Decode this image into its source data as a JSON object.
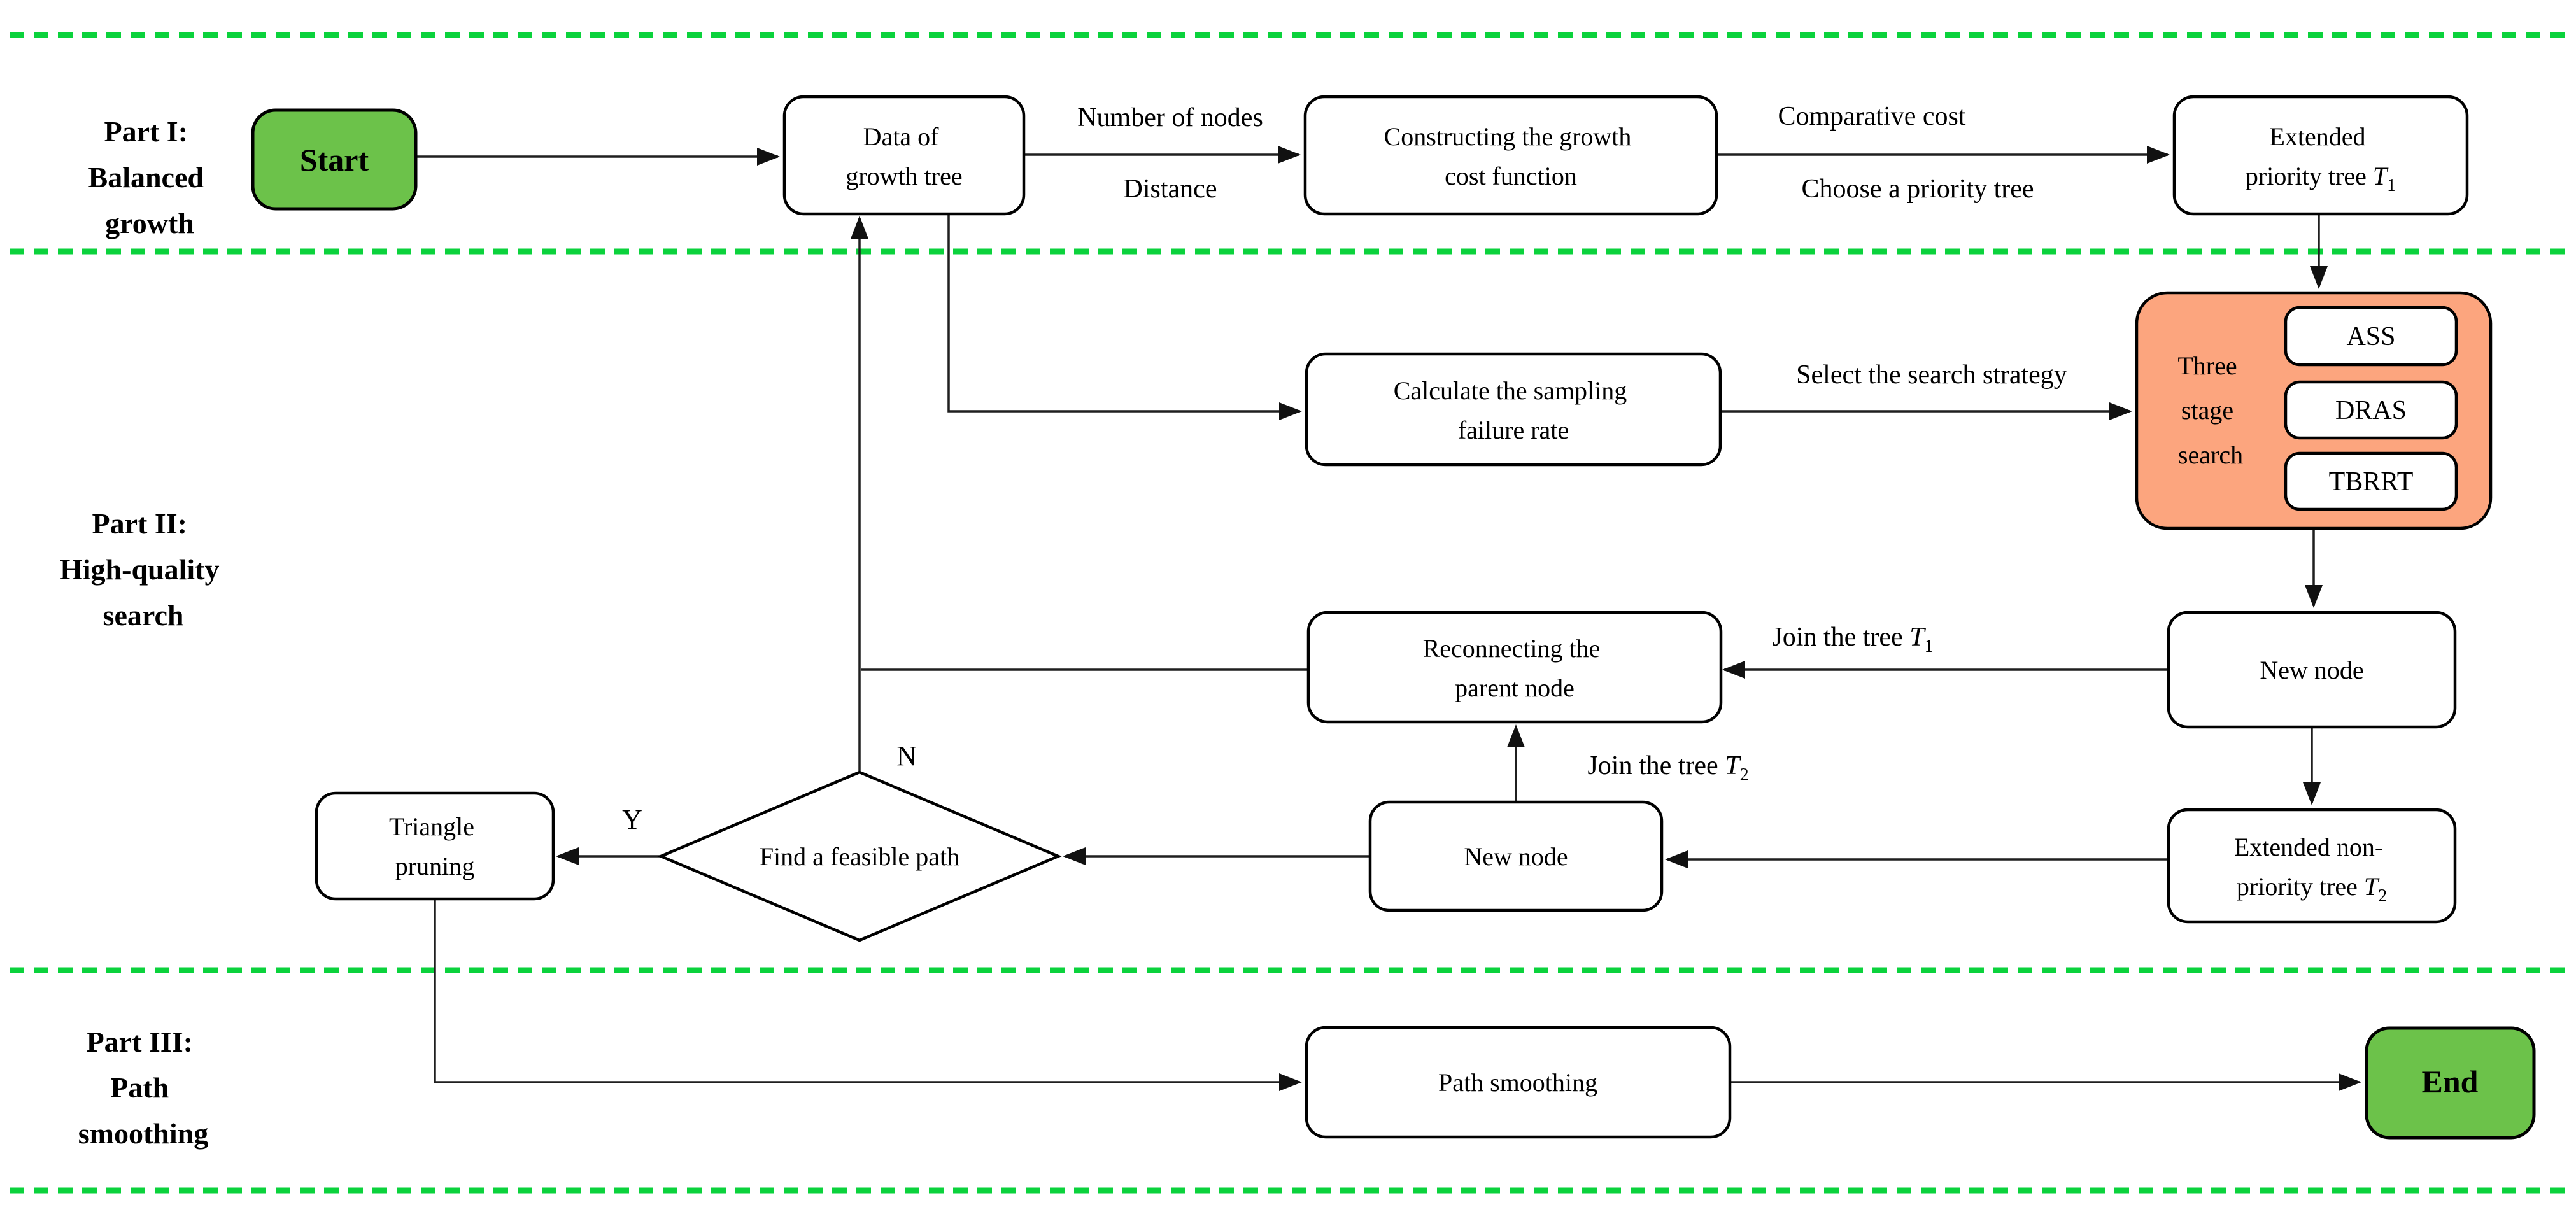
{
  "colors": {
    "start_end_fill": "#6cc24a",
    "three_stage_fill": "#fca57e",
    "dashed_line": "#0bd23c",
    "box_fill": "#ffffff",
    "box_border": "#000000",
    "edge_line": "#1f1f1f"
  },
  "sections": {
    "part1": {
      "line1": "Part I:",
      "line2": "Balanced",
      "line3": "growth"
    },
    "part2": {
      "line1": "Part II:",
      "line2": "High-quality",
      "line3": "search"
    },
    "part3": {
      "line1": "Part III:",
      "line2": "Path",
      "line3": "smoothing"
    }
  },
  "nodes": {
    "start": {
      "label": "Start"
    },
    "data_growth": {
      "line1": "Data of",
      "line2": "growth tree"
    },
    "constructing": {
      "line1": "Constructing the growth",
      "line2": "cost function"
    },
    "ext_priority": {
      "line1": "Extended",
      "line2_prefix": "priority tree ",
      "t": "T",
      "sub": "1"
    },
    "three_stage": {
      "line1": "Three",
      "line2": "stage",
      "line3": "search",
      "options": [
        "ASS",
        "DRAS",
        "TBRRT"
      ]
    },
    "calculate": {
      "line1": "Calculate the sampling",
      "line2": "failure rate"
    },
    "reconnecting": {
      "line1": "Reconnecting the",
      "line2": "parent node"
    },
    "new_node1": {
      "label": "New node"
    },
    "ext_nonpriority": {
      "line1": "Extended non-",
      "line2_prefix": "priority tree ",
      "t": "T",
      "sub": "2"
    },
    "new_node2": {
      "label": "New node"
    },
    "feasible_path": {
      "label": "Find a feasible path"
    },
    "triangle_pruning": {
      "line1": "Triangle",
      "line2": "pruning"
    },
    "path_smoothing": {
      "label": "Path smoothing"
    },
    "end": {
      "label": "End"
    }
  },
  "edge_labels": {
    "number_of_nodes": "Number of nodes",
    "distance": "Distance",
    "comparative_cost": "Comparative cost",
    "choose_priority_tree": "Choose a priority tree",
    "select_search_strategy": "Select the search strategy",
    "join_tree_prefix": "Join the tree ",
    "t": "T",
    "sub1": "1",
    "sub2": "2",
    "no": "N",
    "yes": "Y"
  }
}
